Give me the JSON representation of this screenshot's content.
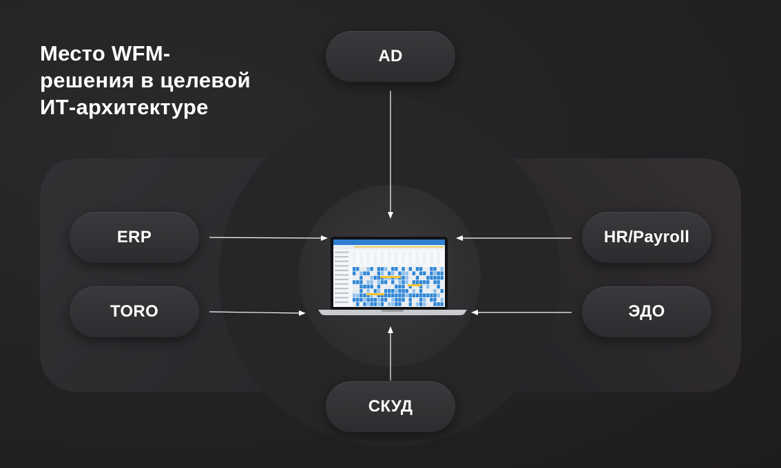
{
  "title": {
    "line1": "Место WFM-",
    "line2": "решения в целевой",
    "line3": "ИТ-архитектуре"
  },
  "nodes": {
    "ad": "AD",
    "erp": "ERP",
    "toro": "TORO",
    "hr_payroll": "HR/Payroll",
    "edo": "ЭДО",
    "skud": "СКУД"
  },
  "colors": {
    "background": "#232325",
    "panel": "#2d2c2f",
    "circle_outer": "#2a2a2c",
    "circle_inner": "#323234",
    "pill": "#333235",
    "text": "#ffffff",
    "arrow": "#ffffff",
    "schedule_blue": "#2f86d6",
    "schedule_yellow": "#f2c230"
  },
  "center": {
    "icon": "laptop-icon"
  }
}
